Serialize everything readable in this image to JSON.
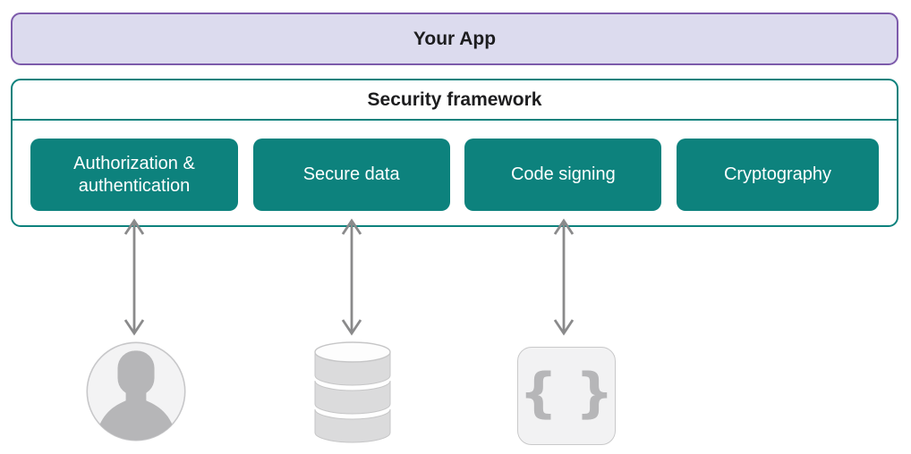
{
  "app_box": {
    "label": "Your App"
  },
  "framework": {
    "title": "Security framework",
    "modules": [
      {
        "label": "Authorization & authentication"
      },
      {
        "label": "Secure data"
      },
      {
        "label": "Code signing"
      },
      {
        "label": "Cryptography"
      }
    ]
  },
  "connections": {
    "style": "double-headed-vertical-arrow",
    "count": 3
  },
  "resources": [
    {
      "icon": "user-avatar-icon",
      "connected_module": "Authorization & authentication"
    },
    {
      "icon": "database-icon",
      "connected_module": "Secure data"
    },
    {
      "icon": "code-braces-icon",
      "connected_module": "Code signing",
      "glyph_open": "{",
      "glyph_close": "}"
    }
  ],
  "colors": {
    "teal": "#0d827d",
    "purple-border": "#7d5bab",
    "lavender-fill": "#dcdbee",
    "arrow-gray": "#8a8a8b",
    "icon-gray": "#b6b6b8",
    "icon-fill": "#f2f2f3",
    "text-dark": "#1d1d1f"
  }
}
